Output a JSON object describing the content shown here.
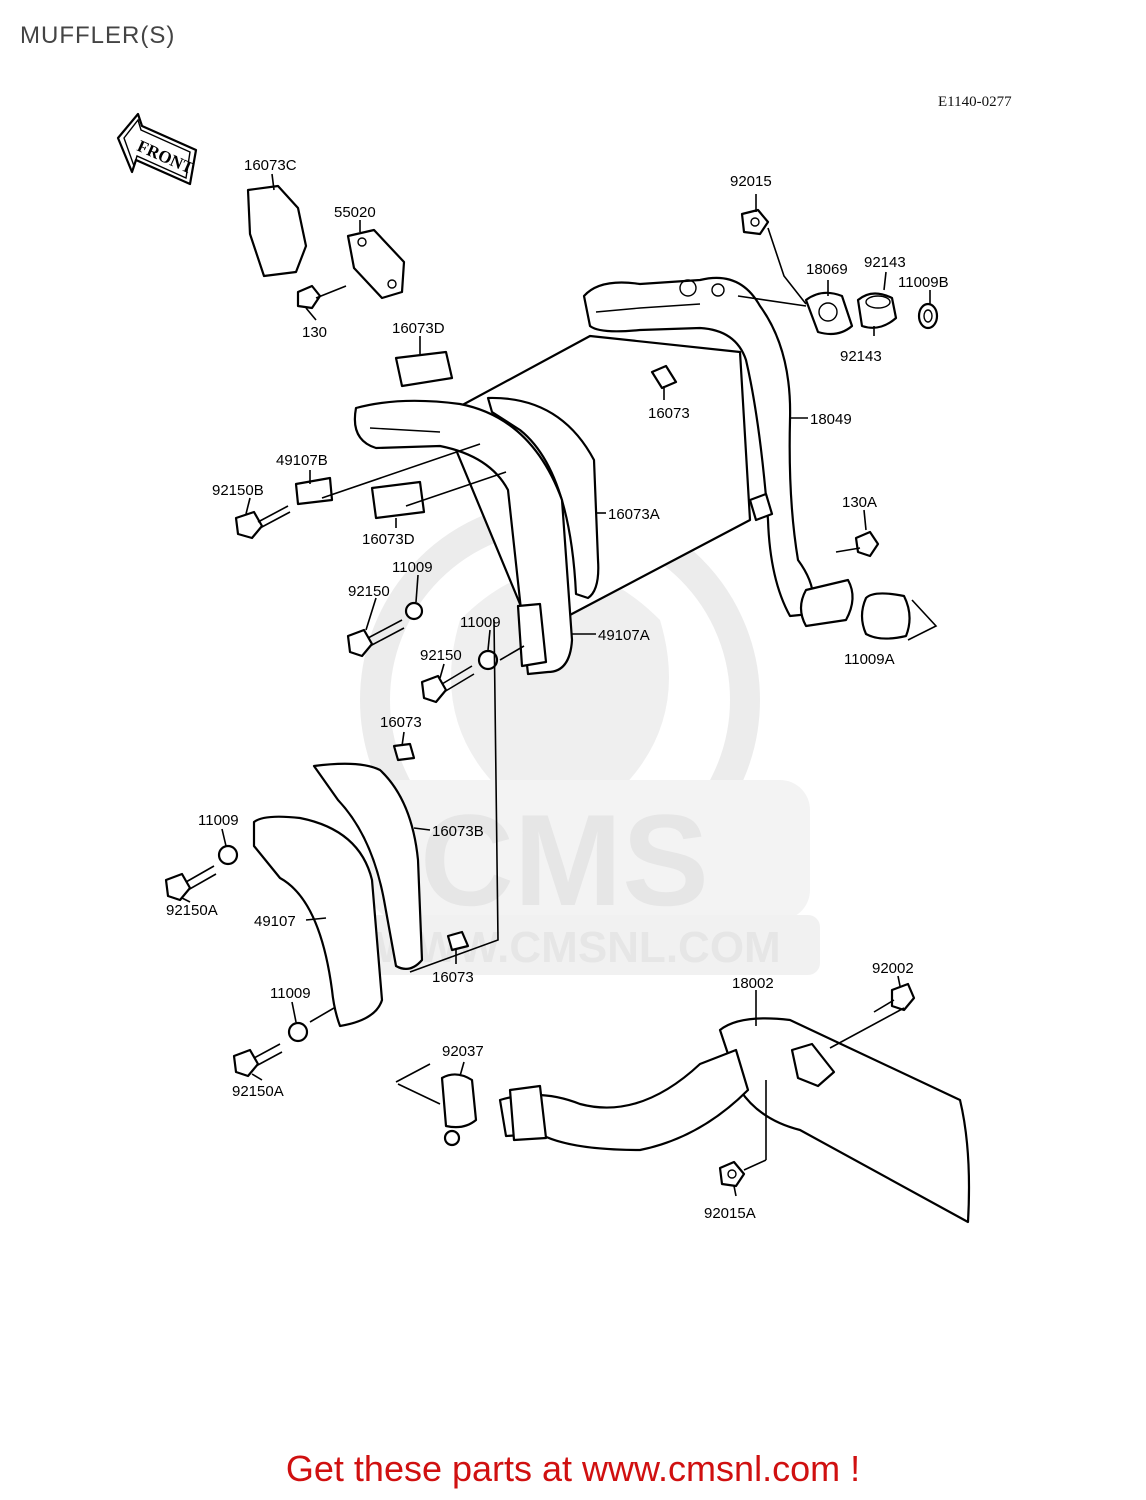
{
  "page": {
    "title": "MUFFLER(S)",
    "diagram_code": "E1140-0277",
    "front_arrow_label": "FRONT",
    "footer_cta": "Get these parts at www.cmsnl.com !"
  },
  "watermark": {
    "brand": "CMS",
    "url": "WWW.CMSNL.COM",
    "color": "#e6e6e6"
  },
  "colors": {
    "footer": "#d01010",
    "ink": "#000000"
  },
  "part_labels": [
    "16073C",
    "55020",
    "130",
    "16073D",
    "49107B",
    "92150B",
    "16073D",
    "11009",
    "92150",
    "11009",
    "92150",
    "16073",
    "11009",
    "92150A",
    "49107",
    "16073",
    "16073B",
    "11009",
    "92150A",
    "92037",
    "92015",
    "18069",
    "92143",
    "11009B",
    "92143",
    "16073",
    "18049",
    "16073A",
    "130A",
    "49107A",
    "11009A",
    "92002",
    "18002",
    "92015A"
  ]
}
